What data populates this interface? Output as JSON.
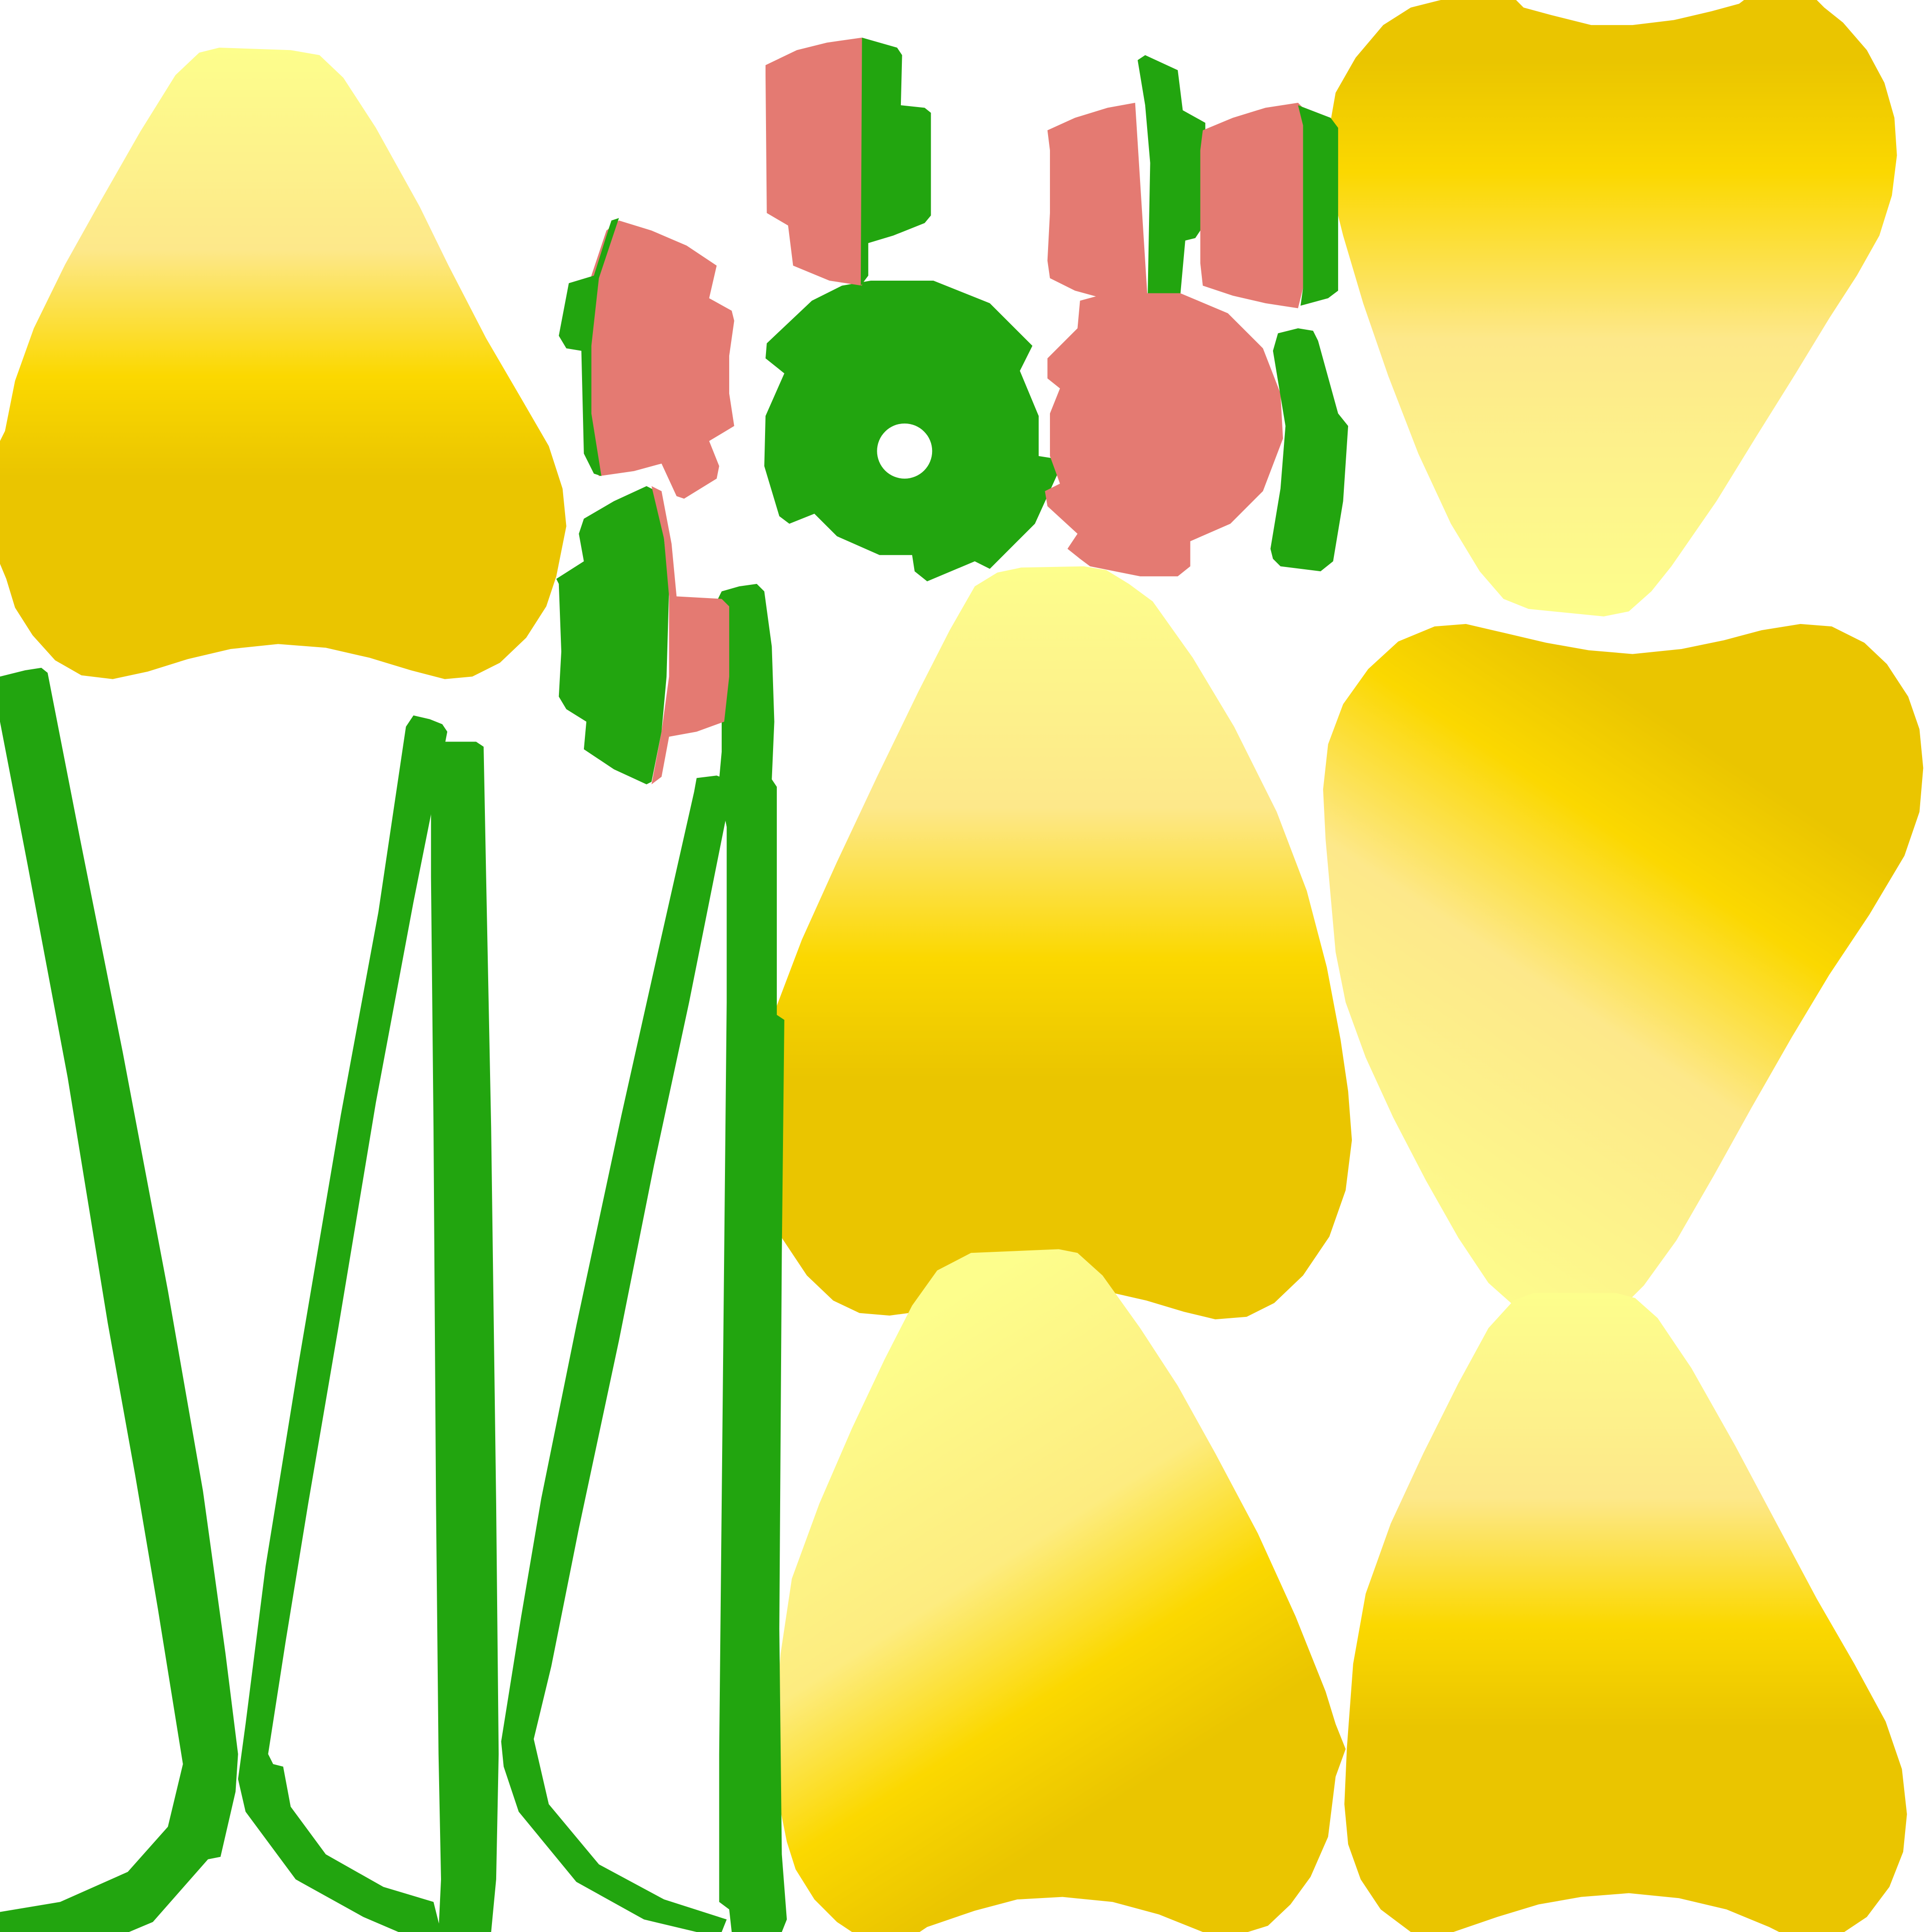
{
  "texture_atlas": {
    "background_color": "#ffffff",
    "colors": {
      "petal_light": "#fdfe8c",
      "petal_mid": "#fde06e",
      "petal_gold": "#fbd800",
      "petal_dark": "#eac500",
      "stem_green": "#22a50f",
      "sepal_pink": "#e47a72"
    },
    "parts": {
      "petals": 7,
      "stems": 4,
      "sepal_ring": 1,
      "sepal_leaves": 9
    }
  }
}
